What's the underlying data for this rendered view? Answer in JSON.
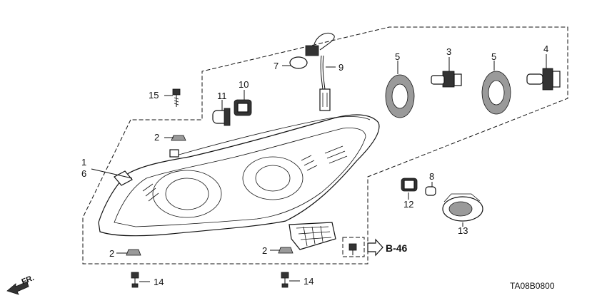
{
  "diagram_code": "TA08B0800",
  "direction_label": "FR.",
  "reference_label": "B-46",
  "parts": [
    {
      "id": "headlight",
      "numbers": [
        "1",
        "6"
      ]
    },
    {
      "id": "clip",
      "numbers": [
        "2"
      ]
    },
    {
      "id": "bulb-h11",
      "numbers": [
        "3"
      ]
    },
    {
      "id": "bulb-hb3",
      "numbers": [
        "4"
      ]
    },
    {
      "id": "bulb-cap",
      "numbers": [
        "5"
      ]
    },
    {
      "id": "side-marker-bulb",
      "numbers": [
        "7"
      ]
    },
    {
      "id": "turn-bulb",
      "numbers": [
        "8"
      ]
    },
    {
      "id": "harness",
      "numbers": [
        "9"
      ]
    },
    {
      "id": "bulb-socket",
      "numbers": [
        "10"
      ]
    },
    {
      "id": "position-bulb",
      "numbers": [
        "11"
      ]
    },
    {
      "id": "turn-socket",
      "numbers": [
        "12"
      ]
    },
    {
      "id": "side-marker-lamp",
      "numbers": [
        "13"
      ]
    },
    {
      "id": "bolt",
      "numbers": [
        "14"
      ]
    },
    {
      "id": "screw",
      "numbers": [
        "15"
      ]
    }
  ]
}
